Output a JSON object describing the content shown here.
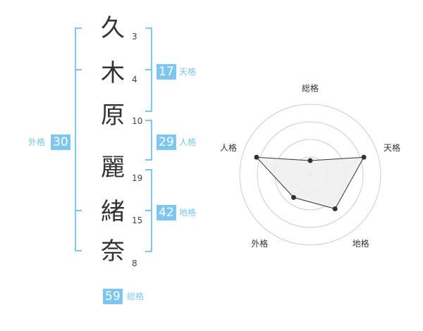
{
  "name": {
    "chars": [
      {
        "char": "久",
        "strokes": "3"
      },
      {
        "char": "木",
        "strokes": "4"
      },
      {
        "char": "原",
        "strokes": "10"
      },
      {
        "char": "麗",
        "strokes": "19"
      },
      {
        "char": "緒",
        "strokes": "15"
      },
      {
        "char": "奈",
        "strokes": "8"
      }
    ]
  },
  "scores": {
    "tenkaku": {
      "value": "17",
      "label": "天格"
    },
    "jinkaku": {
      "value": "29",
      "label": "人格"
    },
    "chikaku": {
      "value": "42",
      "label": "地格"
    },
    "gaikaku": {
      "value": "30",
      "label": "外格"
    },
    "soukaku": {
      "value": "59",
      "label": "総格"
    }
  },
  "chart_data": {
    "type": "radar",
    "axes": [
      "総格",
      "天格",
      "地格",
      "外格",
      "人格"
    ],
    "values": [
      0.2,
      0.8,
      0.6,
      0.4,
      0.8
    ],
    "max": 1,
    "rings": 4,
    "colors": {
      "fill": "#eeeeee",
      "stroke": "#333333",
      "ring": "#cccccc"
    }
  },
  "colors": {
    "accent": "#7cc6f0",
    "text": "#333333"
  }
}
